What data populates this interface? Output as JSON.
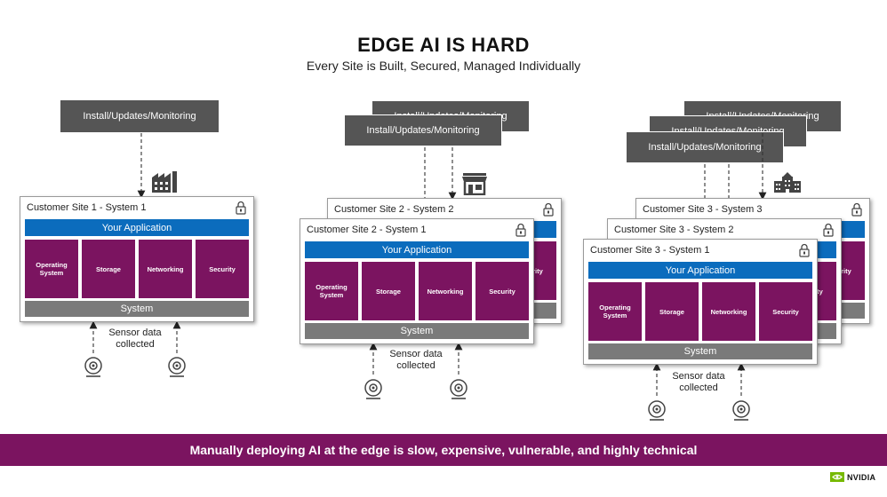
{
  "title": "EDGE AI IS HARD",
  "subtitle": "Every Site is Built, Secured, Managed Individually",
  "install_label": "Install/Updates/Monitoring",
  "app_label": "Your Application",
  "system_label": "System",
  "tiles": [
    "Operating System",
    "Storage",
    "Networking",
    "Security"
  ],
  "sensor_label": {
    "line1": "Sensor data",
    "line2": "collected"
  },
  "sites": {
    "site1": {
      "front": "Customer Site 1 - System 1"
    },
    "site2": {
      "back": "Customer Site 2 - System 2",
      "front": "Customer Site 2 - System 1"
    },
    "site3": {
      "back2": "Customer Site 3 - System 3",
      "back1": "Customer Site 3 - System 2",
      "front": "Customer Site 3 - System 1"
    }
  },
  "footer": "Manually deploying AI at the edge is slow, expensive, vulnerable, and highly technical",
  "brand": "NVIDIA",
  "colors": {
    "purple": "#7b1460",
    "blue": "#0b6cbd",
    "dark_gray": "#555555",
    "gray": "#7a7a7a",
    "nvidia_green": "#76b900"
  }
}
